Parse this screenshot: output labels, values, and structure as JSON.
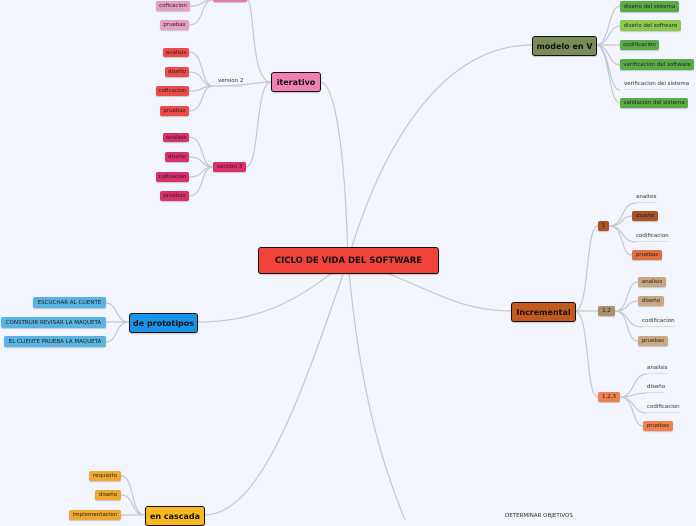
{
  "root": "CICLO DE VIDA DEL SOFTWARE",
  "iterativo": {
    "label": "iterativo",
    "v1": [
      "coficacion",
      "pruebas"
    ],
    "v2": {
      "label": "version 2",
      "items": [
        "análisis",
        "diseño",
        "coficacion",
        "pruebas"
      ]
    },
    "v3": {
      "label": "versión 3",
      "items": [
        "análisis",
        "diseño",
        "coficacion",
        "pruebas"
      ]
    }
  },
  "modelo_v": {
    "label": "modelo en V",
    "items": [
      "diseño del sistema",
      "diseño del software",
      "codificación",
      "verificacion del software",
      "verificacion del sistema",
      "validación del sistema"
    ]
  },
  "incremental": {
    "label": "Incremental",
    "g1": {
      "label": "1",
      "items": [
        "analisis",
        "diseño",
        "codificacion",
        "pruebas"
      ]
    },
    "g2": {
      "label": "1,2",
      "items": [
        "analisis",
        "diseño",
        "codificacion",
        "pruebas"
      ]
    },
    "g3": {
      "label": "1,2,3",
      "items": [
        "analisis",
        "diseño",
        "codificacion",
        "pruebas"
      ]
    }
  },
  "prototipos": {
    "label": "de prototipos",
    "items": [
      "ESCUCHAR AL CLIENTE",
      "CONSTRUIR REVISAR LA MAQUETA",
      "EL CLIENTE PRUEBA LA MAQUETA"
    ]
  },
  "cascada": {
    "label": "en cascada",
    "items": [
      "requisito",
      "diseño",
      "implementacion"
    ]
  },
  "espiral": {
    "item": "DETERMINAR OBJETIVOS"
  }
}
